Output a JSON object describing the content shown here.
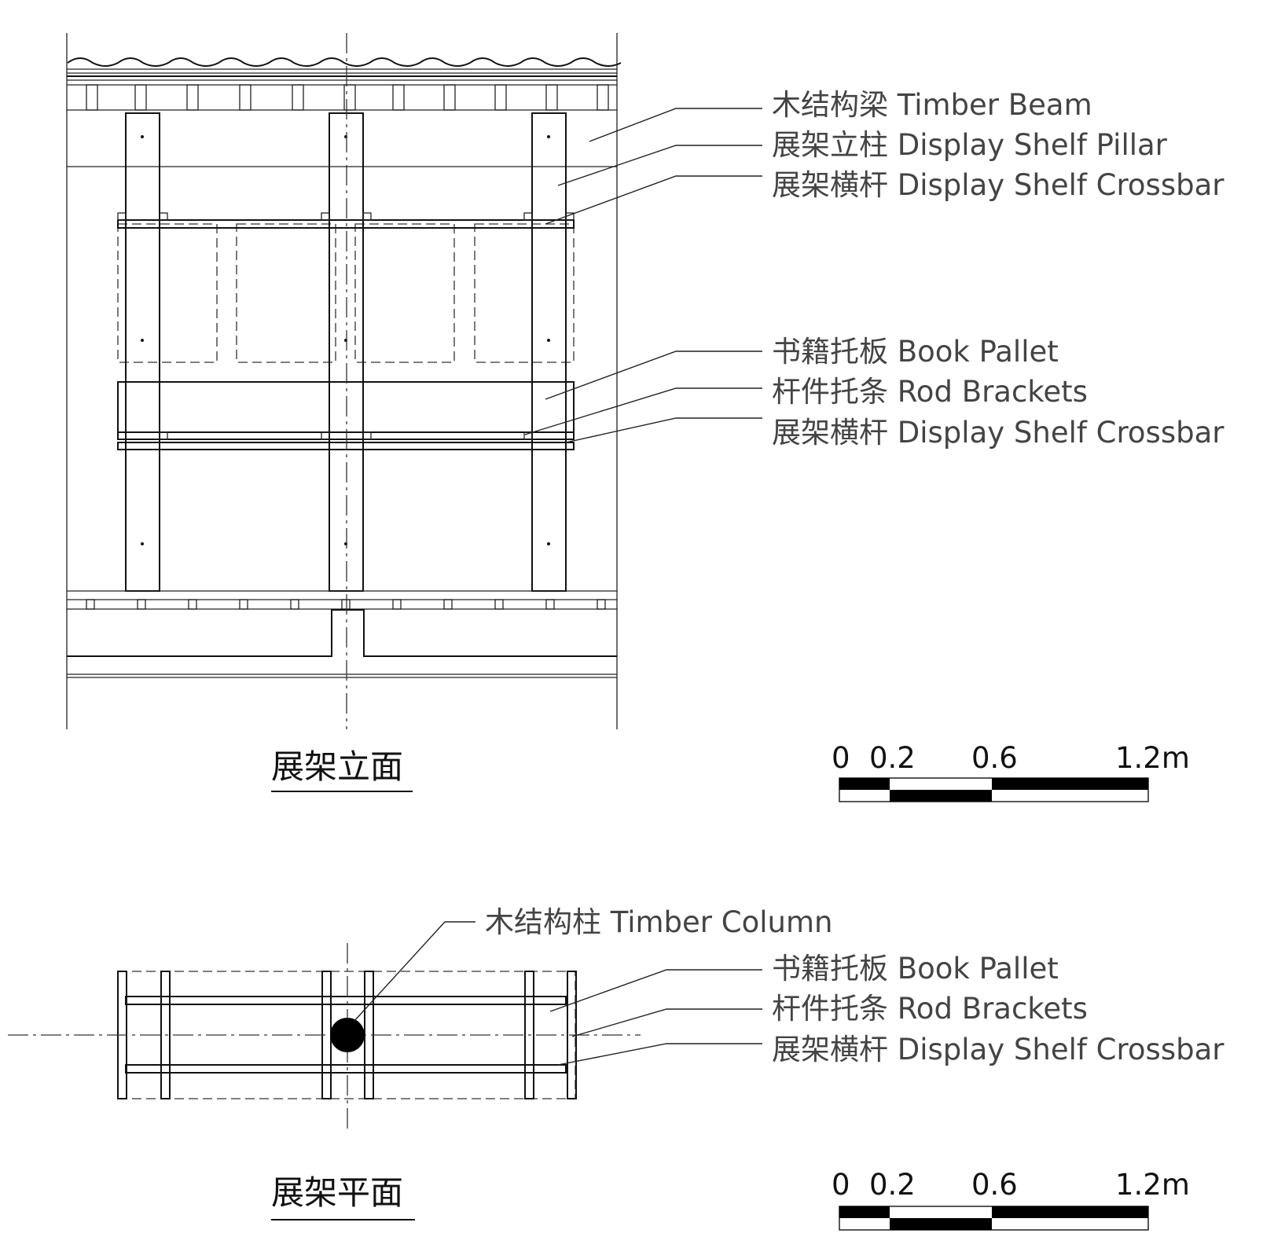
{
  "elevation": {
    "title": "展架立面",
    "labels": [
      {
        "id": "timber-beam",
        "text": "木结构梁 Timber Beam"
      },
      {
        "id": "shelf-pillar",
        "text": "展架立柱 Display Shelf Pillar"
      },
      {
        "id": "shelf-crossbar-top",
        "text": "展架横杆 Display Shelf Crossbar"
      },
      {
        "id": "book-pallet",
        "text": "书籍托板 Book Pallet"
      },
      {
        "id": "rod-brackets",
        "text": "杆件托条 Rod Brackets"
      },
      {
        "id": "shelf-crossbar-mid",
        "text": "展架横杆 Display Shelf Crossbar"
      }
    ],
    "scale_bar": {
      "ticks": [
        "0",
        "0.2",
        "0.6",
        "1.2m"
      ]
    }
  },
  "plan": {
    "title": "展架平面",
    "labels": [
      {
        "id": "timber-column",
        "text": "木结构柱 Timber Column"
      },
      {
        "id": "book-pallet",
        "text": "书籍托板 Book Pallet"
      },
      {
        "id": "rod-brackets",
        "text": "杆件托条 Rod Brackets"
      },
      {
        "id": "shelf-crossbar",
        "text": "展架横杆 Display Shelf Crossbar"
      }
    ],
    "scale_bar": {
      "ticks": [
        "0",
        "0.2",
        "0.6",
        "1.2m"
      ]
    }
  }
}
